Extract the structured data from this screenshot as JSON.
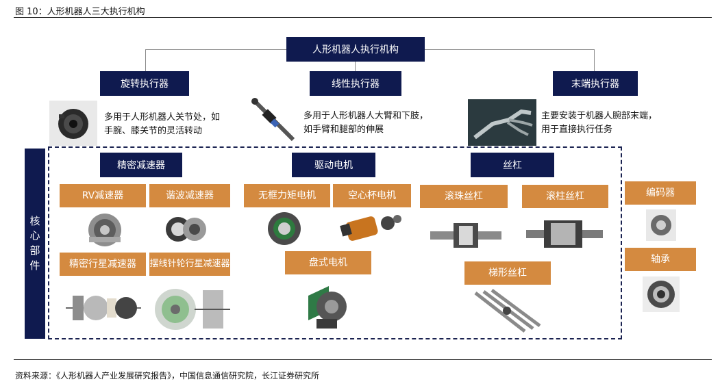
{
  "caption": "图 10：人形机器人三大执行机构",
  "root": "人形机器人执行机构",
  "actuators": [
    {
      "label": "旋转执行器",
      "desc_lines": [
        "多用于人形机器人关节处，如",
        "手腕、膝关节的灵活转动"
      ]
    },
    {
      "label": "线性执行器",
      "desc_lines": [
        "多用于人形机器人大臂和下肢，",
        "如手臂和腿部的伸展"
      ]
    },
    {
      "label": "末端执行器",
      "desc_lines": [
        "主要安装于机器人腕部末端，",
        "用于直接执行任务"
      ]
    }
  ],
  "core": {
    "side_label": [
      "核",
      "心",
      "部",
      "件"
    ],
    "groups": [
      {
        "label": "精密减速器",
        "items": [
          "RV减速器",
          "谐波减速器",
          "精密行星减速器",
          "摆线针轮行星减速器"
        ]
      },
      {
        "label": "驱动电机",
        "items": [
          "无框力矩电机",
          "空心杯电机",
          "盘式电机"
        ]
      },
      {
        "label": "丝杠",
        "items": [
          "滚珠丝杠",
          "滚柱丝杠",
          "梯形丝杠"
        ]
      }
    ],
    "extra": [
      "编码器",
      "轴承"
    ]
  },
  "colors": {
    "navy": "#0f1a4f",
    "orange": "#d48a40"
  },
  "source": "资料来源：《人形机器人产业发展研究报告》，中国信息通信研究院，长江证券研究所"
}
